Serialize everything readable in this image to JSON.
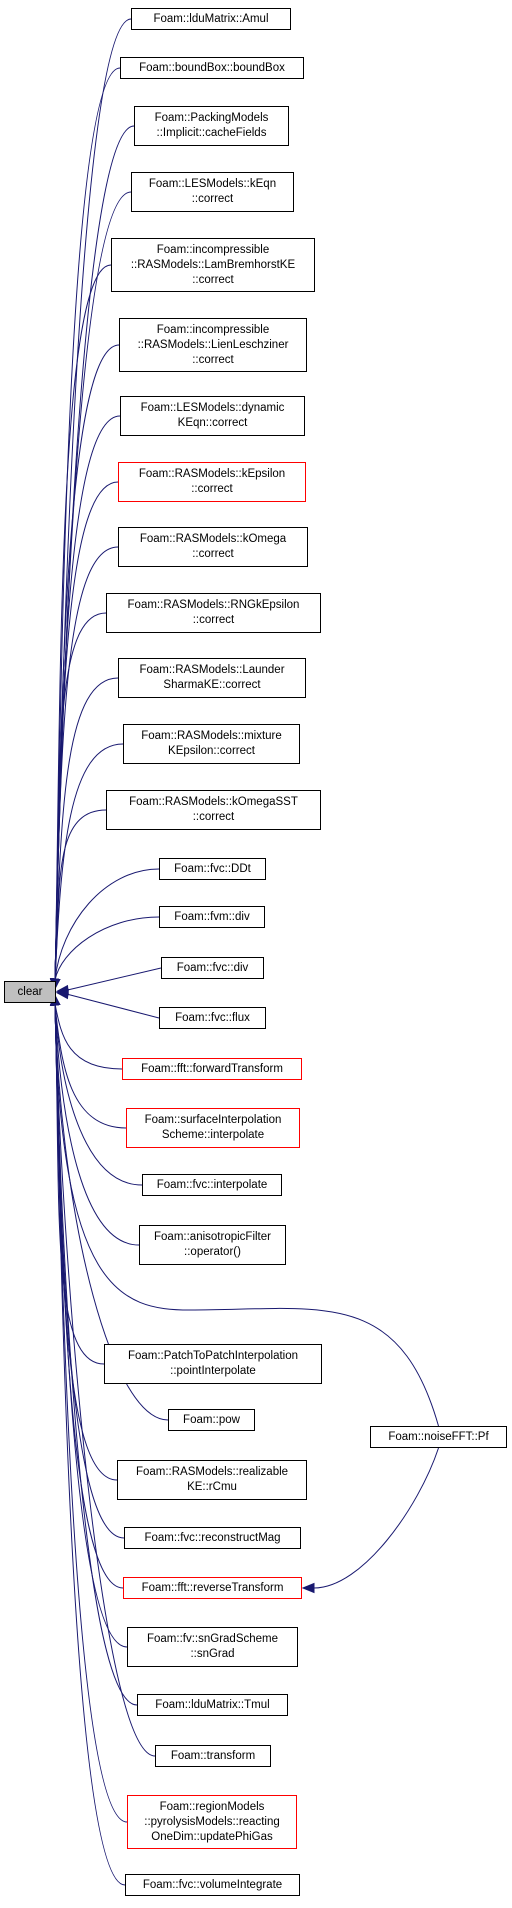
{
  "graph": {
    "root": {
      "label": "clear"
    },
    "colors": {
      "edge": "#191970",
      "red_border": "#ff0000",
      "black_border": "#000000",
      "root_fill": "#bfbfbf"
    },
    "nodes": [
      {
        "id": "n1",
        "lines": [
          "Foam::lduMatrix::Amul"
        ],
        "red": false
      },
      {
        "id": "n2",
        "lines": [
          "Foam::boundBox::boundBox"
        ],
        "red": false
      },
      {
        "id": "n3",
        "lines": [
          "Foam::PackingModels",
          "::Implicit::cacheFields"
        ],
        "red": false
      },
      {
        "id": "n4",
        "lines": [
          "Foam::LESModels::kEqn",
          "::correct"
        ],
        "red": false
      },
      {
        "id": "n5",
        "lines": [
          "Foam::incompressible",
          "::RASModels::LamBremhorstKE",
          "::correct"
        ],
        "red": false
      },
      {
        "id": "n6",
        "lines": [
          "Foam::incompressible",
          "::RASModels::LienLeschziner",
          "::correct"
        ],
        "red": false
      },
      {
        "id": "n7",
        "lines": [
          "Foam::LESModels::dynamic",
          "KEqn::correct"
        ],
        "red": false
      },
      {
        "id": "n8",
        "lines": [
          "Foam::RASModels::kEpsilon",
          "::correct"
        ],
        "red": true
      },
      {
        "id": "n9",
        "lines": [
          "Foam::RASModels::kOmega",
          "::correct"
        ],
        "red": false
      },
      {
        "id": "n10",
        "lines": [
          "Foam::RASModels::RNGkEpsilon",
          "::correct"
        ],
        "red": false
      },
      {
        "id": "n11",
        "lines": [
          "Foam::RASModels::Launder",
          "SharmaKE::correct"
        ],
        "red": false
      },
      {
        "id": "n12",
        "lines": [
          "Foam::RASModels::mixture",
          "KEpsilon::correct"
        ],
        "red": false
      },
      {
        "id": "n13",
        "lines": [
          "Foam::RASModels::kOmegaSST",
          "::correct"
        ],
        "red": false
      },
      {
        "id": "n14",
        "lines": [
          "Foam::fvc::DDt"
        ],
        "red": false
      },
      {
        "id": "n15",
        "lines": [
          "Foam::fvm::div"
        ],
        "red": false
      },
      {
        "id": "n16",
        "lines": [
          "Foam::fvc::div"
        ],
        "red": false
      },
      {
        "id": "n17",
        "lines": [
          "Foam::fvc::flux"
        ],
        "red": false
      },
      {
        "id": "n18",
        "lines": [
          "Foam::fft::forwardTransform"
        ],
        "red": true
      },
      {
        "id": "n19",
        "lines": [
          "Foam::surfaceInterpolation",
          "Scheme::interpolate"
        ],
        "red": true
      },
      {
        "id": "n20",
        "lines": [
          "Foam::fvc::interpolate"
        ],
        "red": false
      },
      {
        "id": "n21",
        "lines": [
          "Foam::anisotropicFilter",
          "::operator()"
        ],
        "red": false
      },
      {
        "id": "n22",
        "lines": [
          "Foam::PatchToPatchInterpolation",
          "::pointInterpolate"
        ],
        "red": false
      },
      {
        "id": "n23",
        "lines": [
          "Foam::pow"
        ],
        "red": false
      },
      {
        "id": "n24",
        "lines": [
          "Foam::RASModels::realizable",
          "KE::rCmu"
        ],
        "red": false
      },
      {
        "id": "n25",
        "lines": [
          "Foam::fvc::reconstructMag"
        ],
        "red": false
      },
      {
        "id": "n26",
        "lines": [
          "Foam::fft::reverseTransform"
        ],
        "red": true
      },
      {
        "id": "n27",
        "lines": [
          "Foam::fv::snGradScheme",
          "::snGrad"
        ],
        "red": false
      },
      {
        "id": "n28",
        "lines": [
          "Foam::lduMatrix::Tmul"
        ],
        "red": false
      },
      {
        "id": "n29",
        "lines": [
          "Foam::transform"
        ],
        "red": false
      },
      {
        "id": "n30",
        "lines": [
          "Foam::regionModels",
          "::pyrolysisModels::reacting",
          "OneDim::updatePhiGas"
        ],
        "red": true
      },
      {
        "id": "n31",
        "lines": [
          "Foam::fvc::volumeIntegrate"
        ],
        "red": false
      },
      {
        "id": "n32",
        "lines": [
          "Foam::noiseFFT::Pf"
        ],
        "red": false
      }
    ]
  }
}
